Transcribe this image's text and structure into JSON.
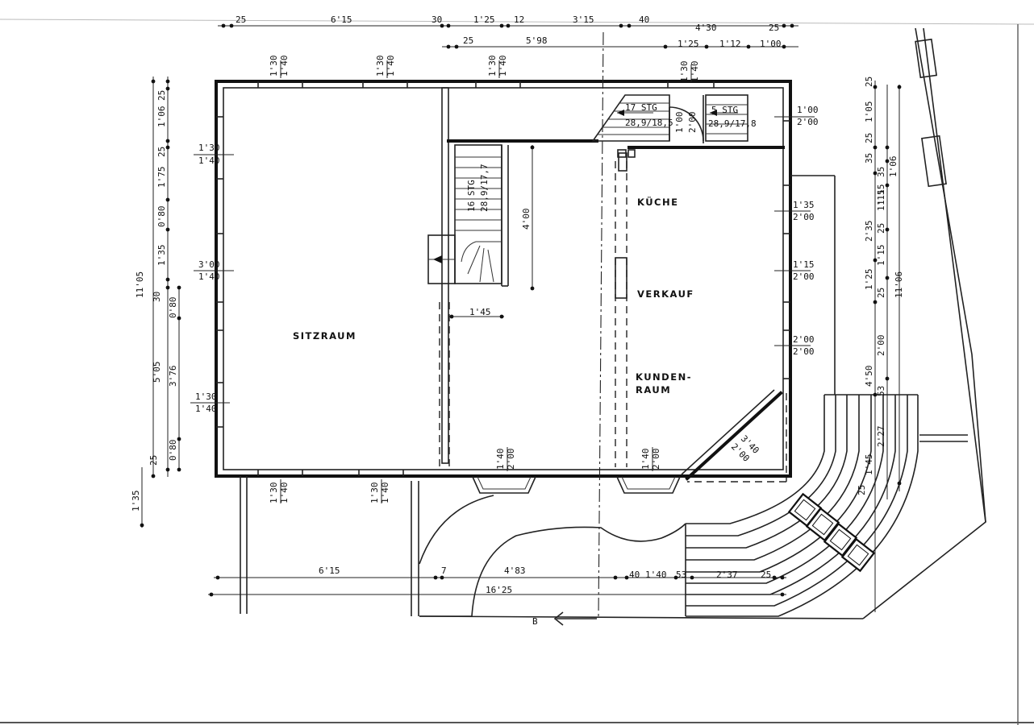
{
  "rooms": {
    "sitzraum": "SITZRAUM",
    "kueche": "KÜCHE",
    "verkauf": "VERKAUF",
    "kunden1": "KUNDEN-",
    "kunden2": "RAUM"
  },
  "stairs": {
    "upper_left": {
      "line1": "17 STG",
      "line2": "28,9/18,5"
    },
    "upper_right": {
      "line1": "5 STG",
      "line2": "28,9/17,8"
    },
    "inner": {
      "line1": "16 STG",
      "line2": "28,9/17,7"
    }
  },
  "section_marker": "B",
  "dimensions": {
    "top_row1": [
      "25",
      "6'15",
      "30",
      "1'25",
      "12",
      "3'15",
      "40",
      "4'30",
      "25"
    ],
    "top_row2": [
      "25",
      "5'98",
      "1'25",
      "1'12",
      "1'00"
    ],
    "bottom_row1": [
      "6'15",
      "7",
      "4'83",
      "40",
      "1'40",
      "53",
      "2'37",
      "25"
    ],
    "bottom_total": "16'25",
    "left_row1": [
      "25",
      "1'06",
      "25",
      "1'75",
      "0'80",
      "1'35",
      "30",
      "5'05",
      "25"
    ],
    "left_row2": [
      "0'80",
      "3'76",
      "0'80"
    ],
    "left_total": "11'05",
    "left_bottom": "1'35",
    "right_row1": [
      "25",
      "1'05",
      "25",
      "35",
      "35",
      "1'15",
      "2'35",
      "25",
      "1'25",
      "25",
      "53"
    ],
    "right_row2": [
      "1'06",
      "1'15",
      "1'15",
      "2'00",
      "4'50",
      "2'27",
      "1'45",
      "25"
    ],
    "right_total": "11'06",
    "interior_4m": "4'00",
    "interior_145": "1'45",
    "interior_1": "1'00",
    "interior_2": "2'00"
  },
  "openings": {
    "top_left_a": [
      "1'30",
      "1'40"
    ],
    "top_left_b": [
      "1'30",
      "1'40"
    ],
    "top_mid": [
      "1'30",
      "1'40"
    ],
    "top_right": [
      "1'30",
      "1'40"
    ],
    "left_a": [
      "1'30",
      "1'40"
    ],
    "left_b": [
      "3'00",
      "1'40"
    ],
    "left_c": [
      "1'30",
      "1'40"
    ],
    "bottom_a": [
      "1'30",
      "1'40"
    ],
    "bottom_b": [
      "1'30",
      "1'40"
    ],
    "bottom_c": [
      "1'40",
      "2'00"
    ],
    "bottom_d": [
      "1'40",
      "2'00"
    ],
    "right_a": [
      "1'00",
      "2'00"
    ],
    "right_b": [
      "1'35",
      "2'00"
    ],
    "right_c": [
      "1'15",
      "2'00"
    ],
    "right_d": [
      "2'00",
      "2'00"
    ],
    "diag": [
      "3'40",
      "2'00"
    ]
  }
}
